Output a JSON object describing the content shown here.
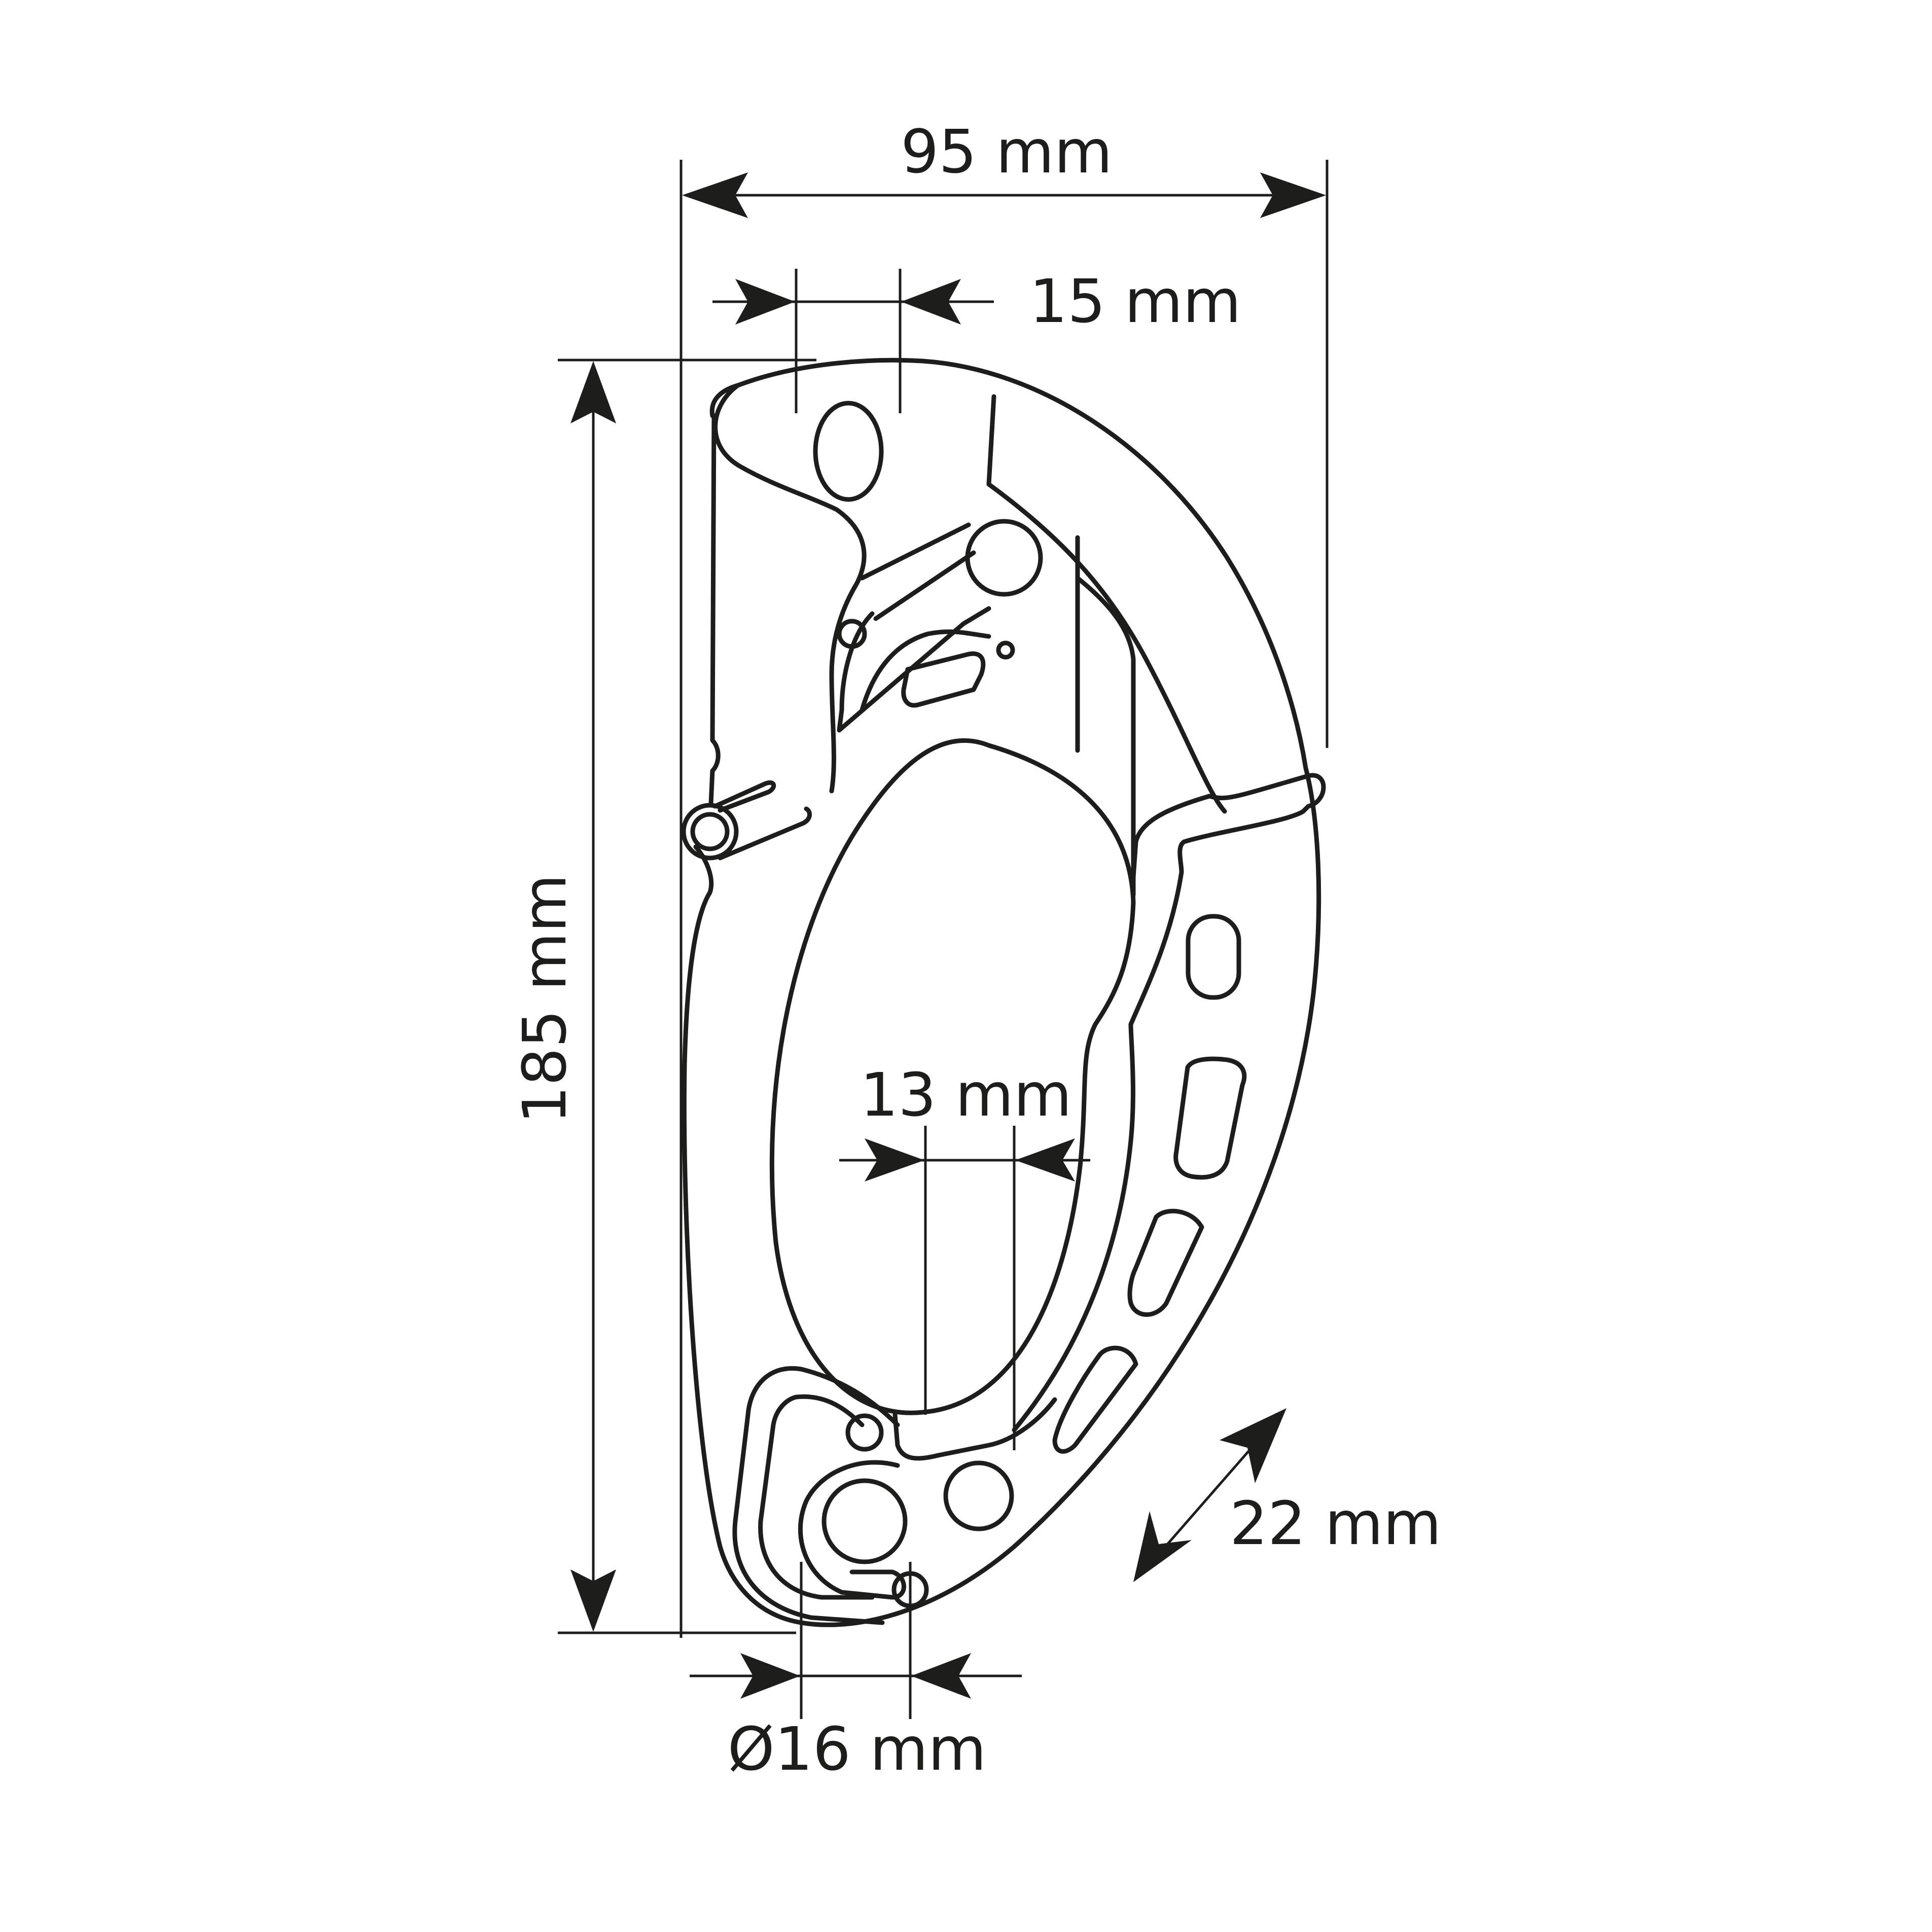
{
  "figure": {
    "subject": "device outline technical drawing",
    "line_color": "#1d1d1b",
    "background": "#ffffff"
  },
  "dimensions": {
    "overall_width": {
      "label": "95 mm",
      "value": 95,
      "unit": "mm",
      "orientation": "horizontal"
    },
    "top_opening": {
      "label": "15 mm",
      "value": 15,
      "unit": "mm",
      "orientation": "horizontal"
    },
    "overall_height": {
      "label": "185 mm",
      "value": 185,
      "unit": "mm",
      "orientation": "vertical"
    },
    "inner_gap": {
      "label": "13 mm",
      "value": 13,
      "unit": "mm",
      "orientation": "horizontal"
    },
    "bar_thickness": {
      "label": "22 mm",
      "value": 22,
      "unit": "mm",
      "orientation": "diagonal"
    },
    "hole_diameter": {
      "label": "Ø16 mm",
      "value": 16,
      "unit": "mm",
      "orientation": "horizontal"
    }
  }
}
